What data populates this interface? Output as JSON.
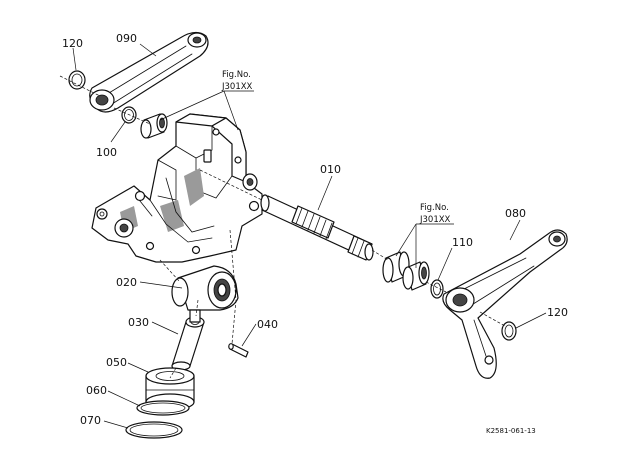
{
  "diagram": {
    "part_numbers": {
      "p010": "010",
      "p020": "020",
      "p030": "030",
      "p040": "040",
      "p050": "050",
      "p060": "060",
      "p070": "070",
      "p080": "080",
      "p090": "090",
      "p100": "100",
      "p110": "110",
      "p120_left": "120",
      "p120_right": "120"
    },
    "figure_refs": [
      {
        "line1": "Fig.No.",
        "line2": "J301XX"
      },
      {
        "line1": "Fig.No.",
        "line2": "J301XX"
      }
    ],
    "reference_code": "K2581-061-13"
  }
}
